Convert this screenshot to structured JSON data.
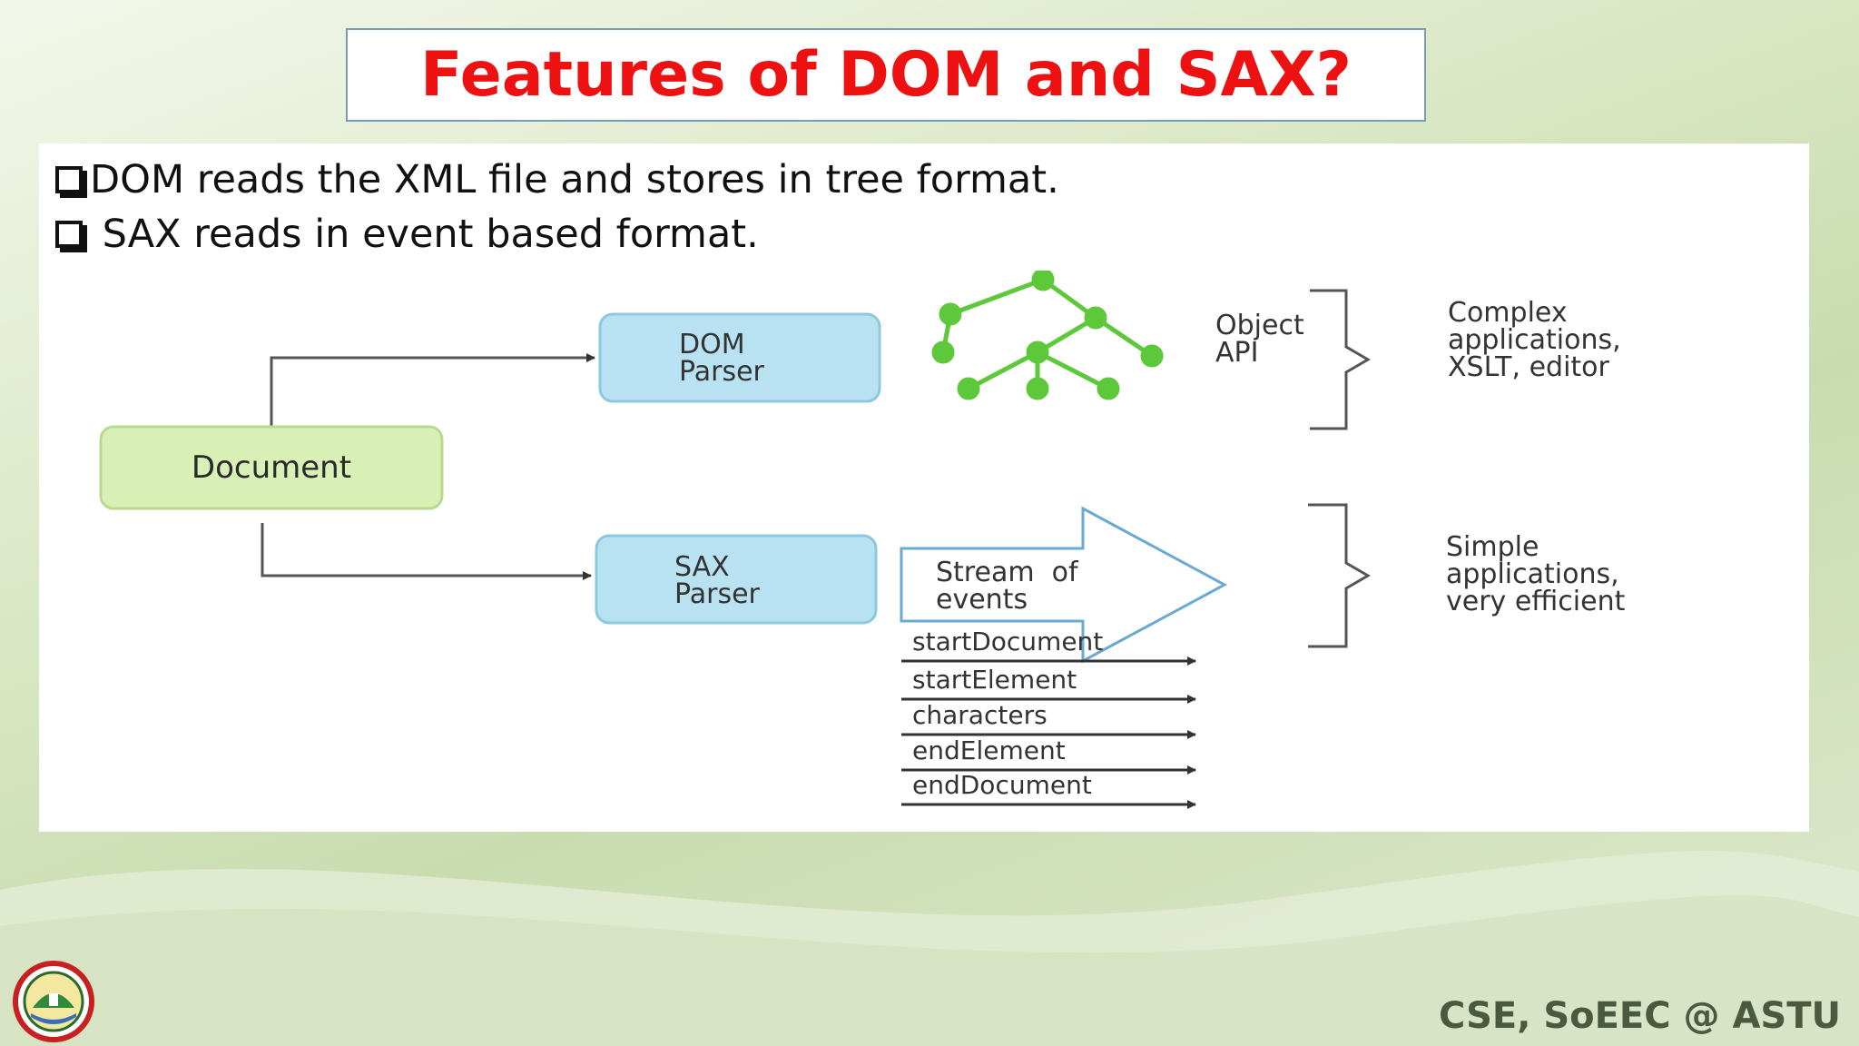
{
  "slide": {
    "title": "Features of DOM and SAX?",
    "bullets": [
      "DOM reads the XML file and stores in tree format.",
      " SAX reads in event based format."
    ],
    "footer": "CSE, SoEEC @ ASTU"
  },
  "diagram": {
    "document_label": "Document",
    "dom_parser": [
      "DOM",
      "Parser"
    ],
    "sax_parser": [
      "SAX",
      "Parser"
    ],
    "object_api": [
      "Object",
      "API"
    ],
    "stream": [
      "Stream  of",
      "events"
    ],
    "dom_uses": [
      "Complex",
      "applications,",
      "XSLT, editor"
    ],
    "sax_uses": [
      "Simple",
      "applications,",
      "very efficient"
    ],
    "events": [
      "startDocument",
      "startElement",
      "characters",
      "endElement",
      "endDocument"
    ]
  },
  "colors": {
    "title": "#ee1111",
    "document_box": "#d8f0b6",
    "parser_box": "#b8e2f2",
    "tree_node": "#5cc83a"
  }
}
